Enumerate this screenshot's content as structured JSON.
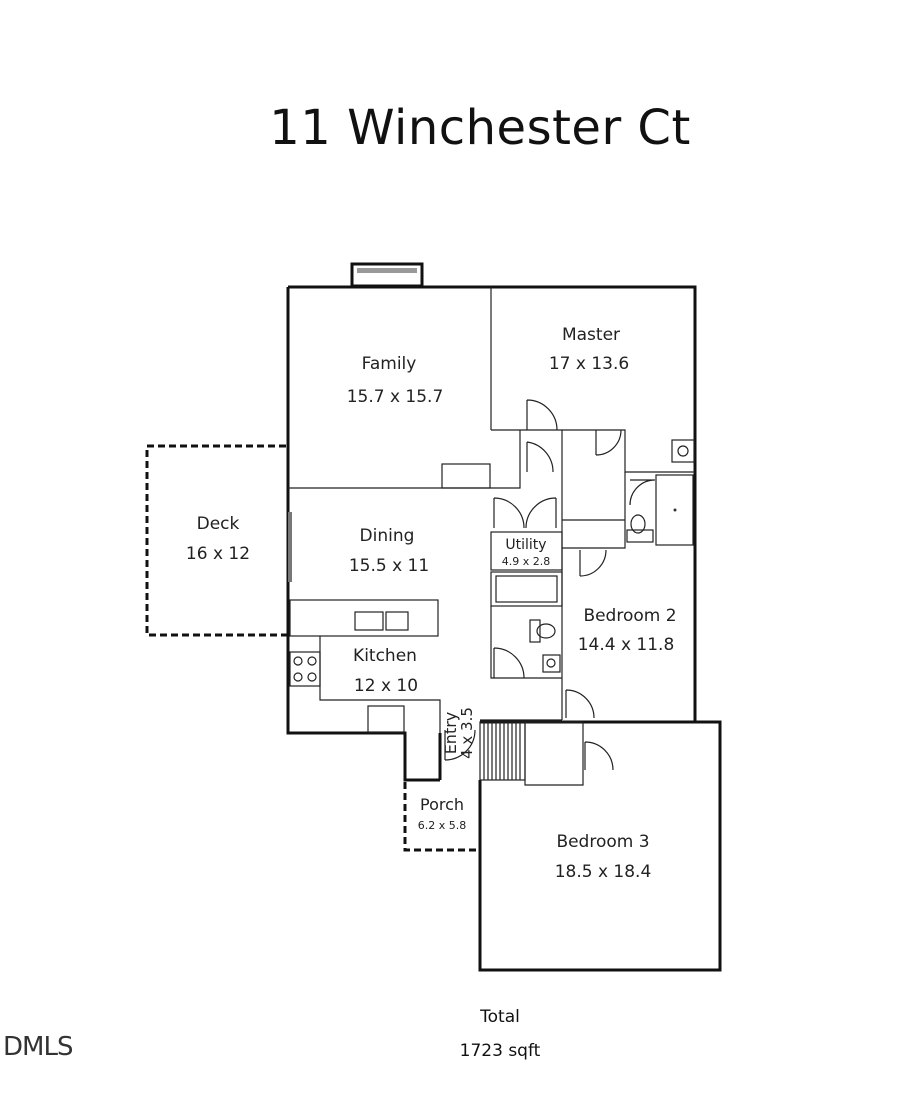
{
  "title": "11 Winchester Ct",
  "rooms": {
    "family": {
      "name": "Family",
      "dims": "15.7 x 15.7"
    },
    "master": {
      "name": "Master",
      "dims": "17 x 13.6"
    },
    "deck": {
      "name": "Deck",
      "dims": "16 x 12"
    },
    "dining": {
      "name": "Dining",
      "dims": "15.5 x 11"
    },
    "utility": {
      "name": "Utility",
      "dims": "4.9 x 2.8"
    },
    "bedroom2": {
      "name": "Bedroom 2",
      "dims": "14.4 x 11.8"
    },
    "kitchen": {
      "name": "Kitchen",
      "dims": "12 x 10"
    },
    "entry": {
      "name": "Entry",
      "dims": "4 x 3.5"
    },
    "porch": {
      "name": "Porch",
      "dims": "6.2 x 5.8"
    },
    "bedroom3": {
      "name": "Bedroom 3",
      "dims": "18.5 x 18.4"
    }
  },
  "total": {
    "label": "Total",
    "value": "1723 sqft"
  },
  "watermark": "DMLS"
}
